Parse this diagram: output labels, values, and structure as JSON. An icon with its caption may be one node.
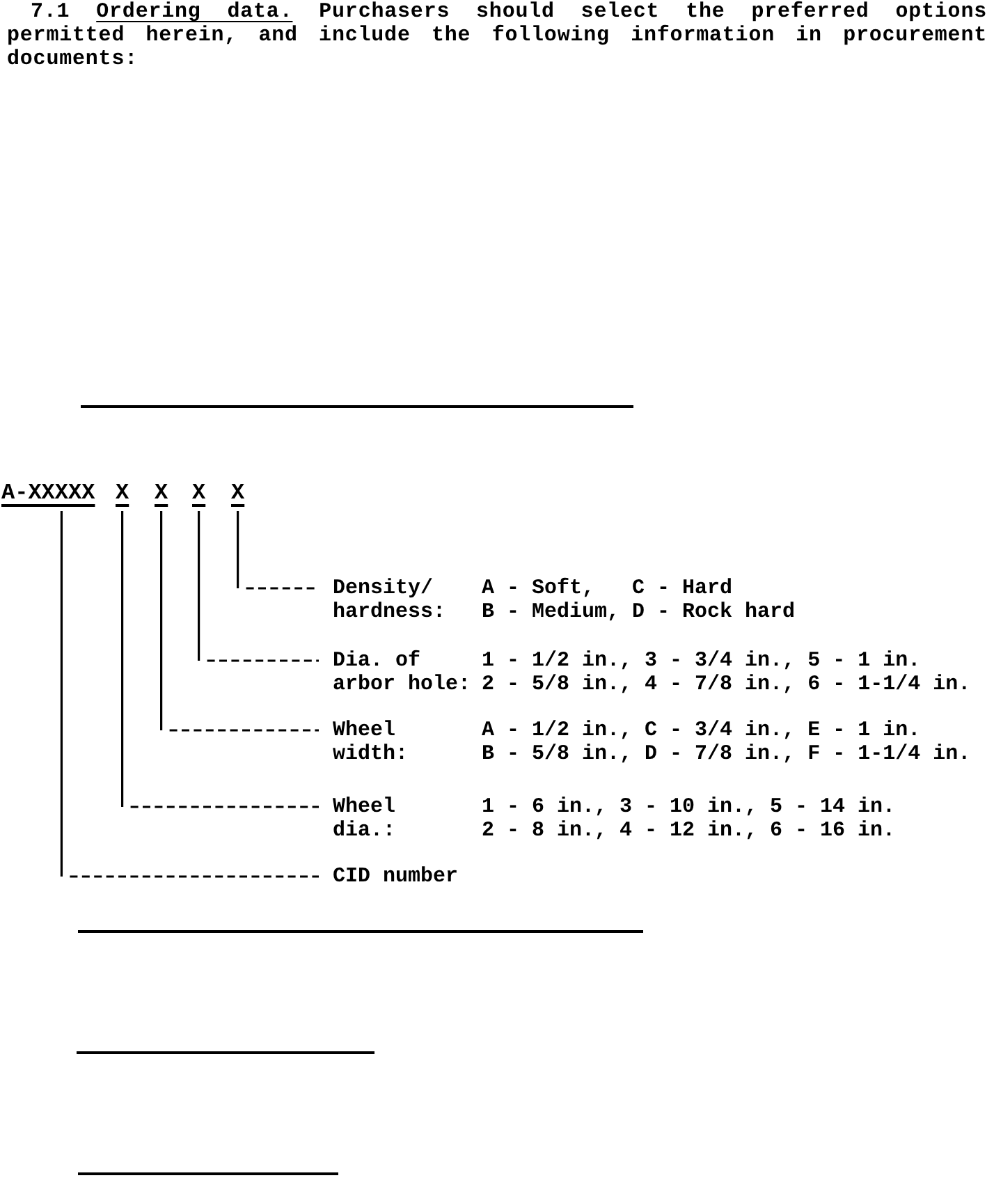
{
  "diagram": {
    "title": "Ordering data.",
    "nodes": [
      {
        "text": [
          "A-XXXXX"
        ]
      },
      {
        "text": [
          "X"
        ]
      },
      {
        "text": [
          "X"
        ]
      },
      {
        "text": [
          "X"
        ]
      },
      {
        "text": [
          "X"
        ]
      },
      {
        "text": [
          "Density/ hardness:",
          "A - Soft,",
          "C - Hard",
          "B - Medium,",
          "D - Rock hard"
        ]
      },
      {
        "text": [
          "Dia. of arbor hole:",
          "1 - 1/2 in.,",
          "3 - 3/4 in.,",
          "5 - 1 in.",
          "2 - 5/8 in.,",
          "4 - 7/8 in.,",
          "6 - 1-1/4 in."
        ]
      },
      {
        "text": [
          "Wheel width:",
          "A - 1/2 in.,",
          "C - 3/4 in.,",
          "E - 1 in.",
          "B - 5/8 in.,",
          "D - 7/8 in.,",
          "F - 1-1/4 in."
        ]
      },
      {
        "text": [
          "Wheel dia.:",
          "1 - 6 in.,",
          "3 - 10 in.,",
          "5 - 14 in.",
          "2 - 8 in.,",
          "4 - 12 in.,",
          "6 - 16 in."
        ]
      },
      {
        "text": [
          "CID number"
        ]
      }
    ],
    "edges": [
      {
        "from": 4,
        "to": 5,
        "arrow": "none",
        "style": "dashed"
      },
      {
        "from": 3,
        "to": 6,
        "arrow": "none",
        "style": "dashed"
      },
      {
        "from": 2,
        "to": 7,
        "arrow": "none",
        "style": "dashed"
      },
      {
        "from": 1,
        "to": 8,
        "arrow": "none",
        "style": "dashed"
      },
      {
        "from": 0,
        "to": 9,
        "arrow": "none",
        "style": "dashed"
      }
    ],
    "labels": [
      "7.1",
      "Purchasers should select the preferred options permitted herein, and include the following information in procurement documents:"
    ]
  }
}
